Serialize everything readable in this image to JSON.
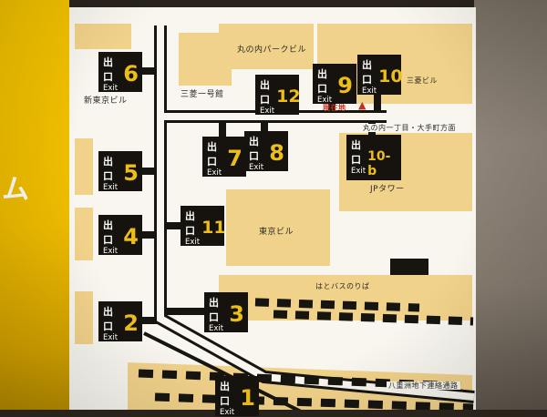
{
  "scene": {
    "side_text": "ム"
  },
  "strings": {
    "exit_word": "出口",
    "exit_sub": "Exit"
  },
  "exits": [
    {
      "id": "6",
      "number": "6"
    },
    {
      "id": "12",
      "number": "12"
    },
    {
      "id": "9",
      "number": "9"
    },
    {
      "id": "10",
      "number": "10"
    },
    {
      "id": "5",
      "number": "5"
    },
    {
      "id": "7",
      "number": "7"
    },
    {
      "id": "8",
      "number": "8"
    },
    {
      "id": "10-b",
      "number": "10-b"
    },
    {
      "id": "4",
      "number": "4"
    },
    {
      "id": "11",
      "number": "11"
    },
    {
      "id": "2",
      "number": "2"
    },
    {
      "id": "3",
      "number": "3"
    },
    {
      "id": "1",
      "number": "1"
    }
  ],
  "labels": {
    "marunouchi_park_building": "丸の内パークビル",
    "mitsubishi_ichigokan": "三菱一号館",
    "shin_tokyo_building": "新東京ビル",
    "mitsubishi_building": "三菱ビル",
    "you_are_here": "現在地",
    "you_are_here_marker": "▲",
    "direction_sign": "丸の内一丁目・大手町方面",
    "jp_tower": "JPタワー",
    "tokyo_building": "東京ビル",
    "hato_bus_stop": "はとバスのりば",
    "yaesu_passage": "八重洲地下連絡通路"
  },
  "colors": {
    "sign_yellow": "#f0c000",
    "building_tan": "#f1d28a",
    "exit_box_black": "#16130e",
    "exit_number_yellow": "#edbe17",
    "marker_red": "#c52f1f",
    "panel_white": "#f8f6ef",
    "line_black": "#17150f"
  }
}
